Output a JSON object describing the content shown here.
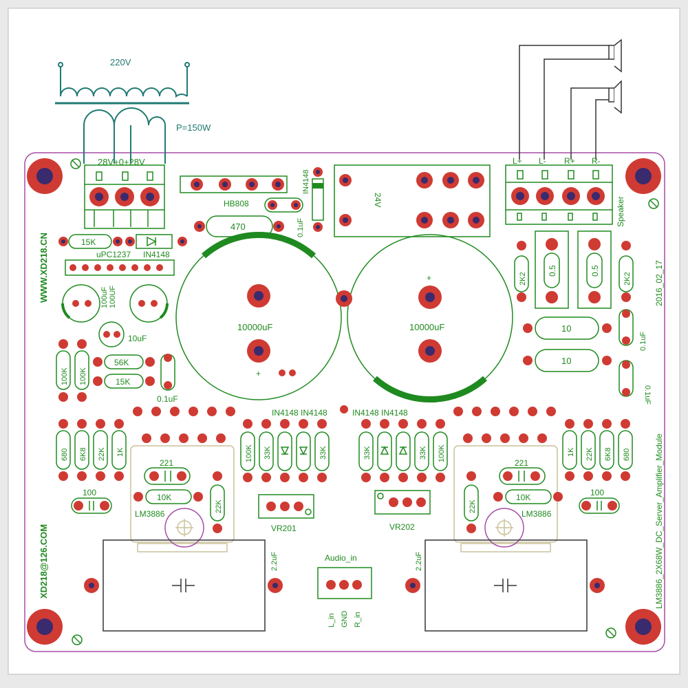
{
  "transformer": {
    "primary": "220V",
    "power": "P=150W",
    "secondary": "28V+0+28V"
  },
  "speaker": {
    "pins": [
      "L+",
      "L-",
      "R+",
      "R-"
    ],
    "label": "Speaker"
  },
  "website": "WWW.XD218.CN",
  "email": "XD218@126.COM",
  "date": "2016_02_17",
  "module_name": "LM3886_2X68W_DC_Server_Amplifier_Module",
  "components": {
    "bridge": "HB808",
    "relay": "24V",
    "diode_top": "IN4148",
    "cap_top": "0.1uF",
    "res_470": "470",
    "res_15k_top": "15K",
    "upc": "uPC1237",
    "diode_upc": "IN4148",
    "cap_100uf_a": "100uF",
    "cap_100uf_b": "100UF",
    "cap_10uf": "10uF",
    "main_cap_left": "10000uF",
    "main_cap_right": "10000uF",
    "plus": "+",
    "res_100k_a": "100K",
    "res_100k_b": "100K",
    "res_56k": "56K",
    "res_15k_mid": "15K",
    "cap_01_mid": "0.1uF",
    "res_2k2_a": "2K2",
    "res_2k2_b": "2K2",
    "res_05_a": "0.5",
    "res_05_b": "0.5",
    "res_10_a": "10",
    "res_10_b": "10",
    "cap_01_r1": "0.1uF",
    "cap_01_r2": "0.1uF",
    "diodes_left": "IN4148 IN4148",
    "diodes_right": "IN4148 IN4148",
    "res_680_l": "680",
    "res_6k8_l": "6K8",
    "res_22k_l": "22K",
    "res_1k_l": "1K",
    "res_221_l": "221",
    "res_10k_l": "10K",
    "res_22k_l2": "22K",
    "ic_left": "LM3886",
    "res_100k_l": "100K",
    "res_33k_l1": "33K",
    "res_33k_l2": "33K",
    "vr_left": "VR201",
    "res_33k_r1": "33K",
    "res_33k_r2": "33K",
    "res_100k_r": "100K",
    "vr_right": "VR202",
    "res_1k_r": "1K",
    "res_22k_r": "22K",
    "res_6k8_r": "6K8",
    "res_680_r": "680",
    "res_221_r": "221",
    "res_10k_r": "10K",
    "res_22k_r2": "22K",
    "ic_right": "LM3886",
    "cap_100_l": "100",
    "cap_100_r": "100",
    "cap_22_l": "2.2uF",
    "cap_22_r": "2.2uF",
    "audio_in": "Audio_in",
    "audio_pins": [
      "L_in",
      "GND",
      "R_in"
    ]
  }
}
